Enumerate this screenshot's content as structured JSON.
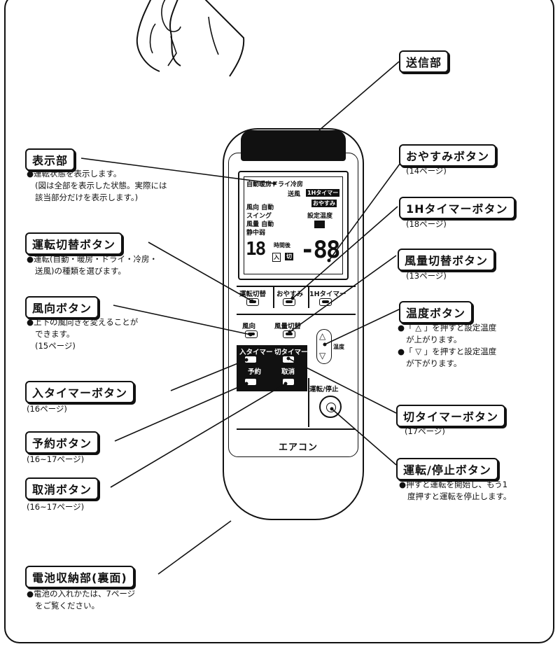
{
  "labels": {
    "transmitter": "送信部",
    "display": "表示部",
    "mode": "運転切替ボタン",
    "direction": "風向ボタン",
    "on_timer": "入タイマーボタン",
    "reserve": "予約ボタン",
    "cancel": "取消ボタン",
    "battery": "電池収納部(裏面)",
    "sleep": "おやすみボタン",
    "one_hour": "1Hタイマーボタン",
    "fan": "風量切替ボタン",
    "temp": "温度ボタン",
    "off_timer": "切タイマーボタン",
    "run_stop": "運転/停止ボタン"
  },
  "notes": {
    "display_1": "●運転状態を表示します。",
    "display_2": "(図は全部を表示した状態。実際には",
    "display_3": "該当部分だけを表示します。)",
    "mode_1": "●運転(自動・暖房・ドライ・冷房・",
    "mode_2": "送風)の種類を選びます。",
    "direction_1": "●上下の風向きを変えることが",
    "direction_2": "できます。",
    "direction_3": "(15ページ)",
    "on_timer": "(16ページ)",
    "reserve": "(16~17ページ)",
    "cancel": "(16~17ページ)",
    "battery_1": "●電池の入れかたは、7ページ",
    "battery_2": "をご覧ください。",
    "sleep": "(14ページ)",
    "one_hour": "(18ページ)",
    "fan": "(13ページ)",
    "temp_1": "●「 △ 」を押すと設定温度",
    "temp_2": "が上がります。",
    "temp_3": "●「 ▽ 」を押すと設定温度",
    "temp_4": "が下がります。",
    "off_timer": "(17ページ)",
    "run_stop_1": "●押すと運転を開始し、もう1",
    "run_stop_2": "度押すと運転を停止します。"
  },
  "remote": {
    "lcd_mode": "自動暖房ドライ冷房",
    "lcd_send": "送風",
    "lcd_1h": "1Hタイマー",
    "lcd_sleep": "おやすみ",
    "lcd_dir": "風向 自動",
    "lcd_swing": "スイング",
    "lcd_fan": "風量 自動",
    "lcd_night": "静中弱",
    "lcd_settemp": "設定温度",
    "lcd_time": "時間後",
    "lcd_in": "入",
    "lcd_off": "切",
    "lcd_digits_small": "18",
    "lcd_digits_big": "-88",
    "btn_mode": "運転切替",
    "btn_sleep": "おやすみ",
    "btn_1h": "1Hタイマー",
    "btn_dir": "風向",
    "btn_fan": "風量切替",
    "btn_on_timer": "入タイマー",
    "btn_off_timer": "切タイマー",
    "btn_reserve": "予約",
    "btn_cancel": "取消",
    "btn_temp": "温度",
    "btn_runstop": "運転/停止",
    "brand": "エアコン"
  }
}
